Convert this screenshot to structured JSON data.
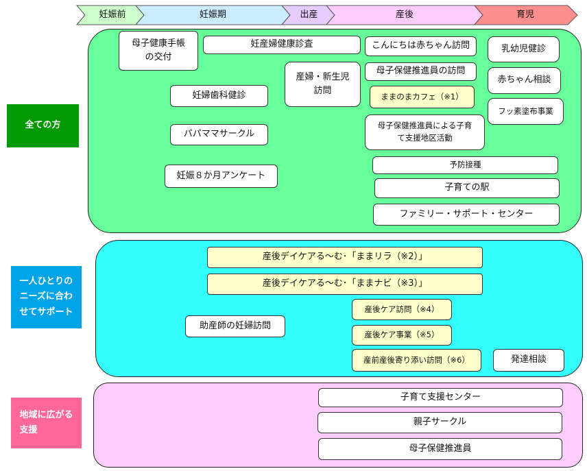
{
  "stages": [
    {
      "label": "妊娠前",
      "color": "#ccffcc"
    },
    {
      "label": "妊娠期",
      "color": "#ccecff"
    },
    {
      "label": "出産",
      "color": "#e6ccff"
    },
    {
      "label": "産後",
      "color": "#ffccff"
    },
    {
      "label": "育児",
      "color": "#ff8f8f"
    }
  ],
  "categories": {
    "all": {
      "label": "全ての方",
      "color": "#009900"
    },
    "individual": {
      "label": "一人ひとりの\nニーズに合わ\nせてサポート",
      "color": "#00a2e8"
    },
    "community": {
      "label": "地域に広がる\n支援",
      "color": "#ff6699"
    }
  },
  "group_colors": {
    "all": "#66ff99",
    "individual": "#33ffff",
    "community": "#ffccff",
    "highlight_box": "#ffffcc"
  },
  "services_all": {
    "techo": "母子健康手帳\nの交付",
    "kenshin": "妊産婦健康診査",
    "shika": "妊婦歯科健診",
    "circle": "パパママサークル",
    "enquete": "妊娠８か月アンケート",
    "houmon": "産婦・新生児\n訪問",
    "konnichiwa": "こんにちは赤ちゃん訪問",
    "suishin_houmon": "母子保健推進員の訪問",
    "cafe": "ままのまカフェ（※1）",
    "chiku": "母子保健推進員による子育\nて支援地区活動",
    "nyuyouji": "乳幼児健診",
    "soudan": "赤ちゃん相談",
    "fusso": "フッ素塗布事業",
    "yobou": "予防接種",
    "eki": "子育ての駅",
    "family": "ファミリー・サポート・センター"
  },
  "services_individual": {
    "relax": "産後デイケアる～む･「ままリラ（※2）」",
    "navi": "産後デイケアる～む･「ままナビ（※3）」",
    "josanshi": "助産師の妊婦訪問",
    "care_houmon": "産後ケア訪問（※4）",
    "care_jigyou": "産後ケア事業（※5）",
    "yorisoi": "産前産後寄り添い訪問（※6）",
    "hattatsu": "発達相談"
  },
  "services_community": {
    "center": "子育て支援センター",
    "oyako": "親子サークル",
    "suishinin": "母子保健推進員"
  }
}
